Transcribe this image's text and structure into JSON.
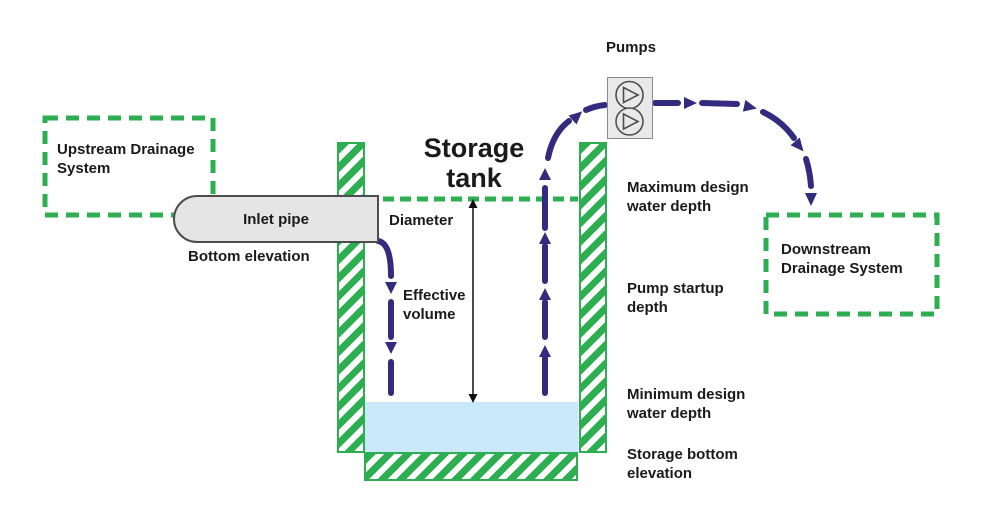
{
  "colors": {
    "green": "#2dae50",
    "navy": "#322b7e",
    "water": "#c9e8f9",
    "pipe-fill": "#e5e5e5",
    "pipe-border": "#4d4d4d",
    "pump-fill": "#e9e9e9",
    "pump-border": "#8a8a8a",
    "text": "#1a1a1a"
  },
  "diagram": {
    "title": "Storage tank",
    "upstream_label": "Upstream Drainage System",
    "downstream_label": "Downstream Drainage System",
    "inlet_pipe_label": "Inlet pipe",
    "bottom_elevation_label": "Bottom elevation",
    "diameter_label": "Diameter",
    "effective_volume_label": "Effective volume",
    "pumps_label": "Pumps",
    "max_depth_label": "Maximum design water depth",
    "pump_startup_label": "Pump startup depth",
    "min_depth_label": "Minimum design water depth",
    "storage_bottom_label": "Storage bottom elevation"
  }
}
